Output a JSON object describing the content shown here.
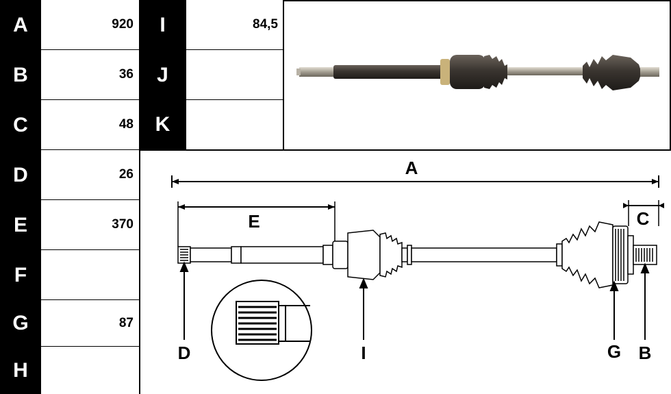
{
  "left_table": [
    {
      "key": "A",
      "value": "920"
    },
    {
      "key": "B",
      "value": "36"
    },
    {
      "key": "C",
      "value": "48"
    },
    {
      "key": "D",
      "value": "26"
    },
    {
      "key": "E",
      "value": "370"
    },
    {
      "key": "F",
      "value": ""
    },
    {
      "key": "G",
      "value": "87"
    },
    {
      "key": "H",
      "value": ""
    }
  ],
  "right_table": [
    {
      "key": "I",
      "value": "84,5"
    },
    {
      "key": "J",
      "value": ""
    },
    {
      "key": "K",
      "value": ""
    }
  ],
  "diagram_labels": {
    "A": "A",
    "E": "E",
    "C": "C",
    "D": "D",
    "I": "I",
    "G": "G",
    "B": "B"
  },
  "colors": {
    "key_bg": "#000000",
    "value_bg": "#ffffff",
    "shaft": "#3a3530"
  }
}
